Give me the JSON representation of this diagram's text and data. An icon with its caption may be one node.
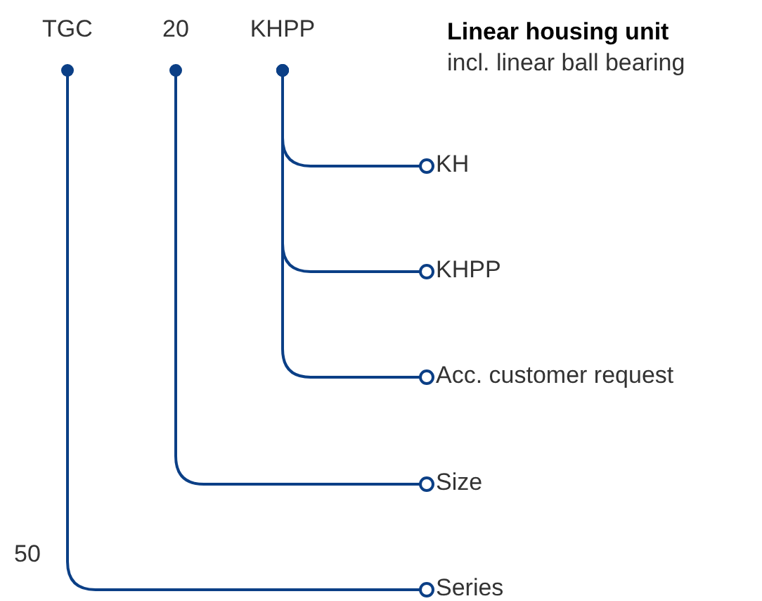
{
  "diagram": {
    "nodes": [
      {
        "text": [
          "TGC"
        ]
      },
      {
        "text": [
          "20"
        ]
      },
      {
        "text": [
          "KHPP"
        ]
      },
      {
        "text": [
          "Linear housing unit",
          "incl. linear ball bearing"
        ]
      },
      {
        "text": [
          "KH"
        ]
      },
      {
        "text": [
          "KHPP"
        ]
      },
      {
        "text": [
          "Acc. customer request"
        ]
      },
      {
        "text": [
          "Size"
        ]
      },
      {
        "text": [
          "Series"
        ]
      }
    ],
    "edges": [
      {
        "from": 2,
        "to": 4,
        "arrow": "other"
      },
      {
        "from": 2,
        "to": 5,
        "arrow": "other"
      },
      {
        "from": 2,
        "to": 6,
        "arrow": "other"
      },
      {
        "from": 1,
        "to": 7,
        "arrow": "other"
      },
      {
        "from": 0,
        "to": 8,
        "arrow": "other"
      }
    ],
    "labels": [
      "50"
    ]
  }
}
